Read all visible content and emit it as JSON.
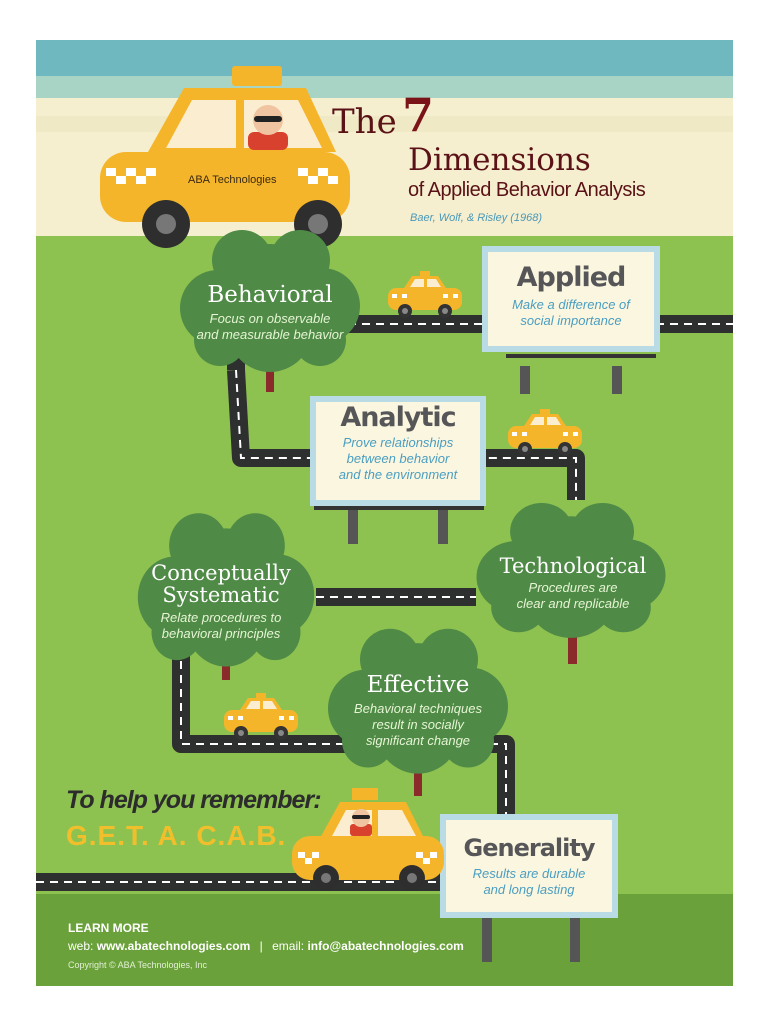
{
  "header": {
    "title_the": "The",
    "title_number": "7",
    "title_main": "Dimensions",
    "title_sub": "of Applied Behavior Analysis",
    "citation": "Baer, Wolf, & Risley (1968)"
  },
  "brand": {
    "cab_label": "ABA Technologies"
  },
  "dimensions": {
    "behavioral": {
      "title": "Behavioral",
      "line1": "Focus on observable",
      "line2": "and measurable behavior"
    },
    "applied": {
      "title": "Applied",
      "line1": "Make a difference of",
      "line2": "social importance"
    },
    "analytic": {
      "title": "Analytic",
      "line1": "Prove relationships",
      "line2": "between behavior",
      "line3": "and the environment"
    },
    "technological": {
      "title": "Technological",
      "line1": "Procedures are",
      "line2": "clear and replicable"
    },
    "conceptually": {
      "title1": "Conceptually",
      "title2": "Systematic",
      "line1": "Relate procedures to",
      "line2": "behavioral principles"
    },
    "effective": {
      "title": "Effective",
      "line1": "Behavioral techniques",
      "line2": "result in socially",
      "line3": "significant change"
    },
    "generality": {
      "title": "Generality",
      "line1": "Results are durable",
      "line2": "and long lasting"
    }
  },
  "mnemonic": {
    "heading": "To help you remember:",
    "acronym": "G.E.T. A. C.A.B."
  },
  "footer": {
    "learn_more": "LEARN MORE",
    "web_label": "web:",
    "web_url": "www.abatechnologies.com",
    "separator": "|",
    "email_label": "email:",
    "email": "info@abatechnologies.com",
    "copyright": "Copyright © ABA Technologies, Inc"
  },
  "colors": {
    "sky_top": "#6fb8c0",
    "sky_mid": "#a8d4c6",
    "cream": "#f5efd0",
    "grass": "#8dc250",
    "grass_bottom": "#6aa13a",
    "tree": "#4f8a46",
    "road": "#2e2f2f",
    "taxi": "#f5b52a",
    "billboard_frame": "#b9dbe6",
    "billboard_panel": "#fbf6e0",
    "title_red": "#5b1216"
  },
  "icons": [
    "taxi-icon",
    "tree-icon",
    "billboard-icon",
    "road-icon",
    "driver-icon"
  ]
}
